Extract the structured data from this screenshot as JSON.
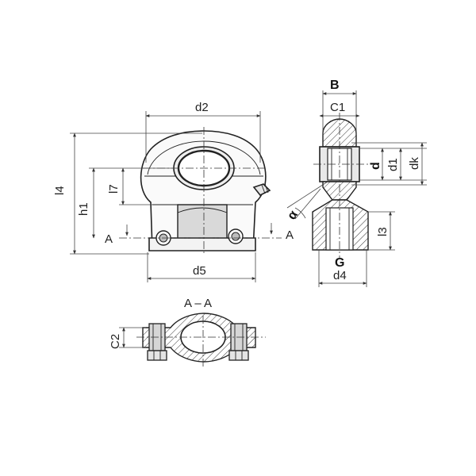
{
  "labels": {
    "d2": "d2",
    "l4": "l4",
    "h1": "h1",
    "l7": "l7",
    "a_left": "A",
    "a_right": "A",
    "d5": "d5",
    "b": "B",
    "c1": "C1",
    "d": "d",
    "d1": "d1",
    "dk": "dk",
    "alpha": "α",
    "l3": "l3",
    "g": "G",
    "d4": "d4",
    "section": "A – A",
    "c2": "C2"
  }
}
